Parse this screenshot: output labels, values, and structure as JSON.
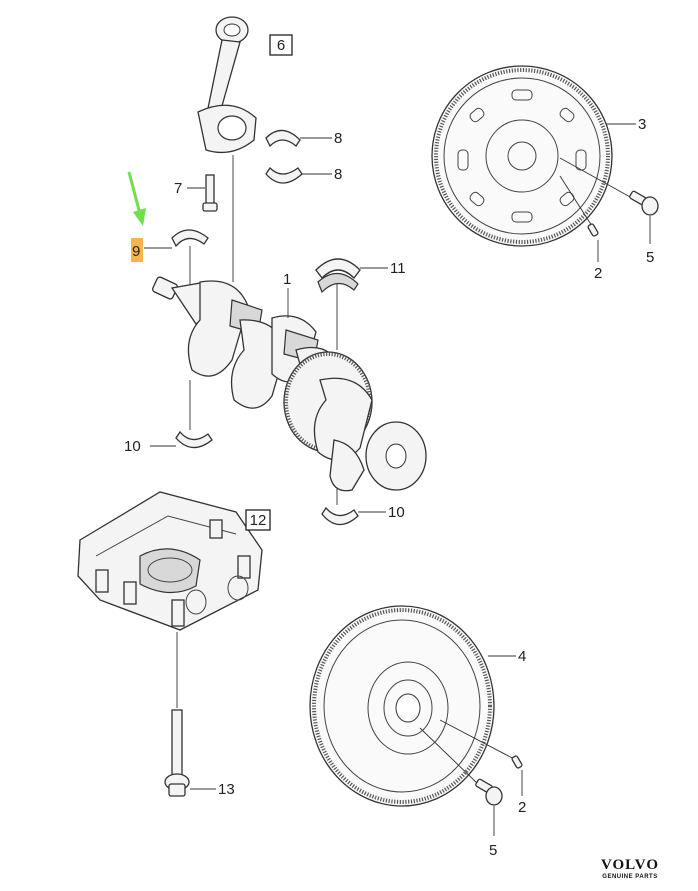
{
  "callouts": {
    "c1": "1",
    "c2a": "2",
    "c2b": "2",
    "c3": "3",
    "c4": "4",
    "c5a": "5",
    "c5b": "5",
    "c6": "6",
    "c7": "7",
    "c8a": "8",
    "c8b": "8",
    "c9": "9",
    "c10a": "10",
    "c10b": "10",
    "c11": "11",
    "c12": "12",
    "c13": "13"
  },
  "brand": {
    "name": "VOLVO",
    "tagline": "GENUINE PARTS"
  },
  "colors": {
    "highlight": "#f5b54a",
    "arrow": "#6ee04a"
  },
  "icons": {
    "pointer": "green-arrow-icon"
  }
}
